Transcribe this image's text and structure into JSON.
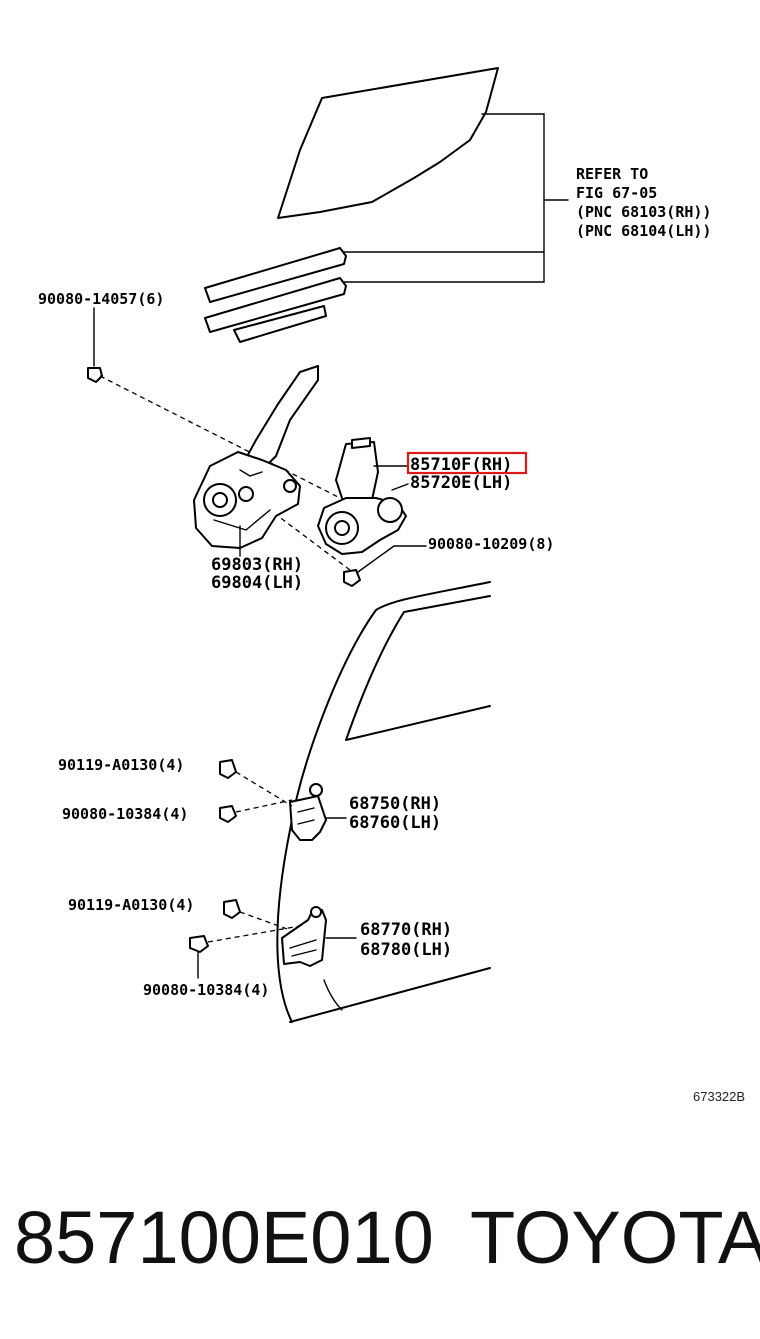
{
  "diagram": {
    "refer": {
      "line1": "REFER TO",
      "line2": "FIG 67-05",
      "line3": "(PNC 68103(RH))",
      "line4": "(PNC 68104(LH))"
    },
    "callouts": {
      "bolt_top": "90080-14057(6)",
      "motor_rh": "85710F(RH)",
      "motor_lh": "85720E(LH)",
      "bolt_motor": "90080-10209(8)",
      "regulator_rh": "69803(RH)",
      "regulator_lh": "69804(LH)",
      "bolt_upper_hinge_a": "90119-A0130(4)",
      "bolt_upper_hinge_b": "90080-10384(4)",
      "upper_hinge_rh": "68750(RH)",
      "upper_hinge_lh": "68760(LH)",
      "bolt_lower_hinge_a": "90119-A0130(4)",
      "bolt_lower_hinge_b": "90080-10384(4)",
      "lower_hinge_rh": "68770(RH)",
      "lower_hinge_lh": "68780(LH)"
    },
    "highlighted_part": "85710F(RH)",
    "highlight_color": "#e01818",
    "figure_code": "673322B"
  },
  "footer": {
    "part_number": "857100E010",
    "brand": "TOYOTA"
  }
}
